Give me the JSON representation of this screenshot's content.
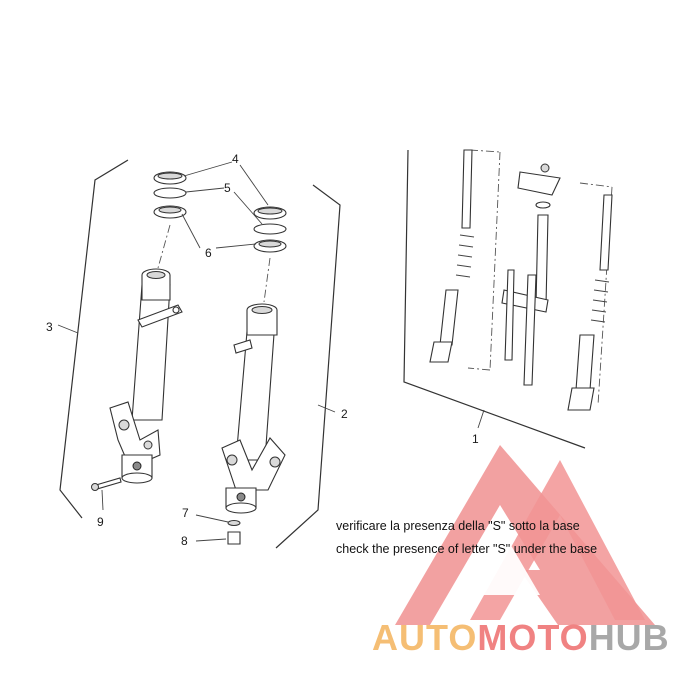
{
  "callouts": {
    "c1": "1",
    "c2": "2",
    "c3": "3",
    "c4": "4",
    "c5": "5",
    "c6": "6",
    "c7": "7",
    "c8": "8",
    "c9": "9"
  },
  "note": {
    "line1": "verificare la presenza della \"S\" sotto la base",
    "line2": "check the presence of letter \"S\" under the base"
  },
  "watermark": {
    "part1": "AUTO",
    "part2": "MOTO",
    "part3": "HUB",
    "colors": {
      "triangle": "#ef6b6b",
      "auto": "#f4b35c",
      "moto": "#ee6d6d",
      "hub": "#9a9a9a"
    }
  }
}
